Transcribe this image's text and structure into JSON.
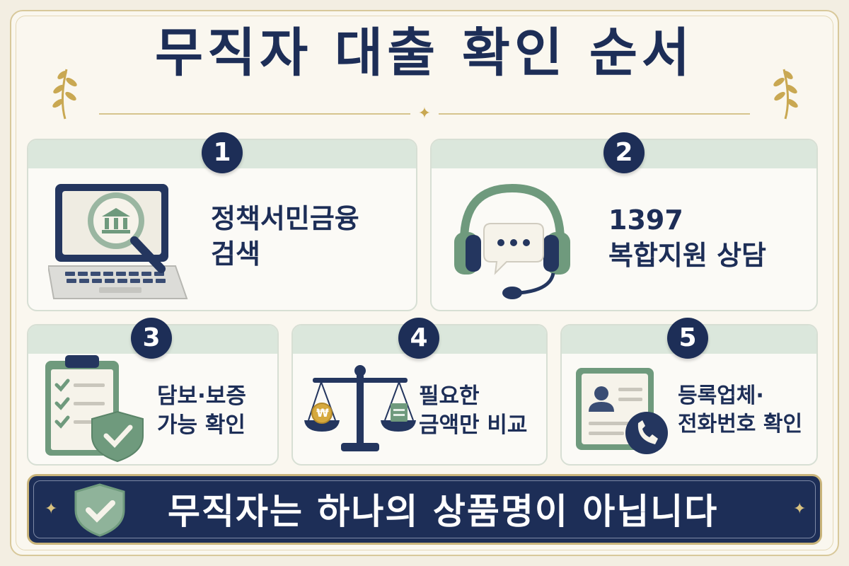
{
  "title": "무직자 대출 확인 순서",
  "steps": [
    {
      "number": "1",
      "line1": "정책서민금융",
      "line2": "검색",
      "icon": "laptop-bank-magnifier-icon"
    },
    {
      "number": "2",
      "line1": "1397",
      "line2": "복합지원 상담",
      "icon": "headset-chat-icon"
    },
    {
      "number": "3",
      "line1": "담보·보증",
      "line2": "가능 확인",
      "icon": "clipboard-shield-check-icon"
    },
    {
      "number": "4",
      "line1": "필요한",
      "line2": "금액만 비교",
      "icon": "balance-scale-icon"
    },
    {
      "number": "5",
      "line1": "등록업체·",
      "line2": "전화번호 확인",
      "icon": "id-card-phone-icon"
    }
  ],
  "coin_symbol": "₩",
  "banner": {
    "text": "무직자는 하나의 상품명이 아닙니다",
    "icon": "shield-check-icon"
  },
  "colors": {
    "navy": "#1d2e57",
    "sage": "#6f9a7d",
    "mint_band": "#dbe7dc",
    "gold": "#c9a852",
    "background": "#faf7ef"
  }
}
